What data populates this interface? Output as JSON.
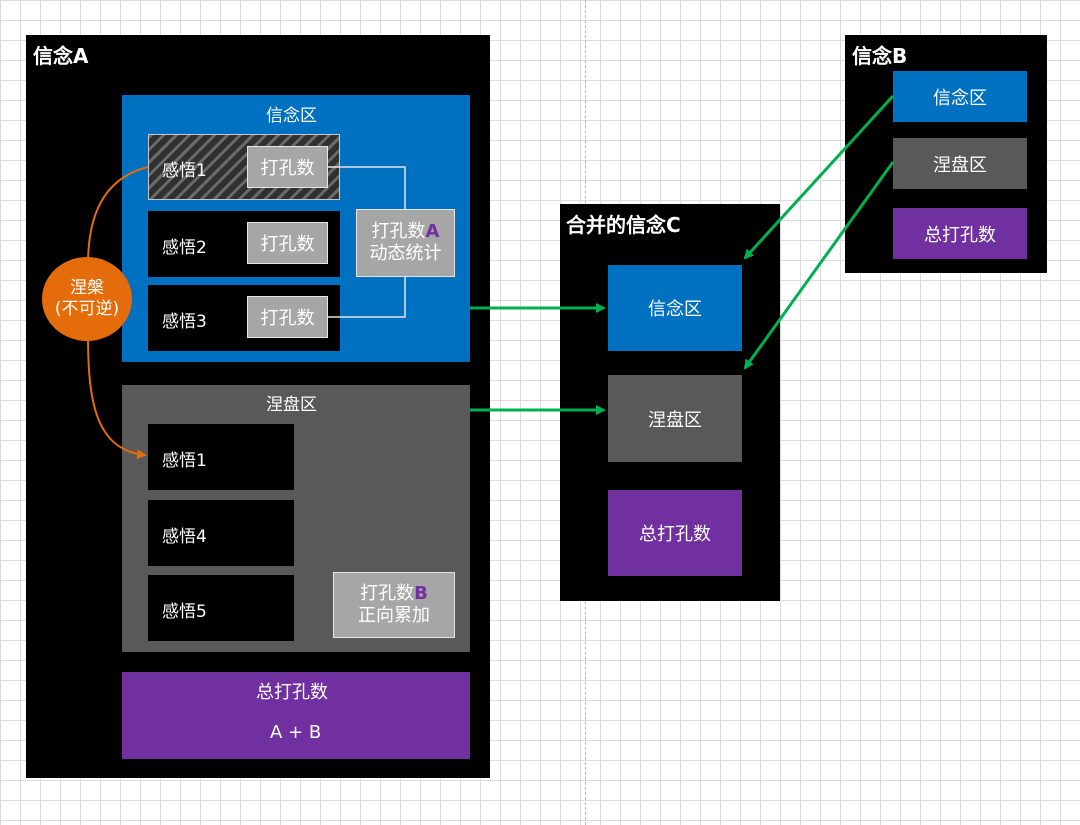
{
  "faith_a": {
    "title": "信念A",
    "belief_zone": {
      "title": "信念区",
      "insights": [
        {
          "label": "感悟1",
          "count_label": "打孔数"
        },
        {
          "label": "感悟2",
          "count_label": "打孔数"
        },
        {
          "label": "感悟3",
          "count_label": "打孔数"
        }
      ],
      "stat_box": {
        "line1_prefix": "打孔数",
        "line1_accent": "A",
        "line2": "动态统计"
      }
    },
    "nirvana_zone": {
      "title": "涅盘区",
      "insights": [
        "感悟1",
        "感悟4",
        "感悟5"
      ],
      "stat_box": {
        "line1_prefix": "打孔数",
        "line1_accent": "B",
        "line2": "正向累加"
      }
    },
    "total": {
      "title": "总打孔数",
      "formula": "A + B"
    },
    "nirvana_badge": {
      "line1": "涅槃",
      "line2": "(不可逆)"
    }
  },
  "faith_b": {
    "title": "信念B",
    "belief_zone": "信念区",
    "nirvana_zone": "涅盘区",
    "total": "总打孔数"
  },
  "merged_c": {
    "title": "合并的信念C",
    "belief_zone": "信念区",
    "nirvana_zone": "涅盘区",
    "total": "总打孔数"
  },
  "colors": {
    "belief_blue": "#0070c0",
    "nirvana_gray": "#595959",
    "total_purple": "#7030a0",
    "arrow_green": "#00b050",
    "badge_orange": "#e46c0a"
  }
}
